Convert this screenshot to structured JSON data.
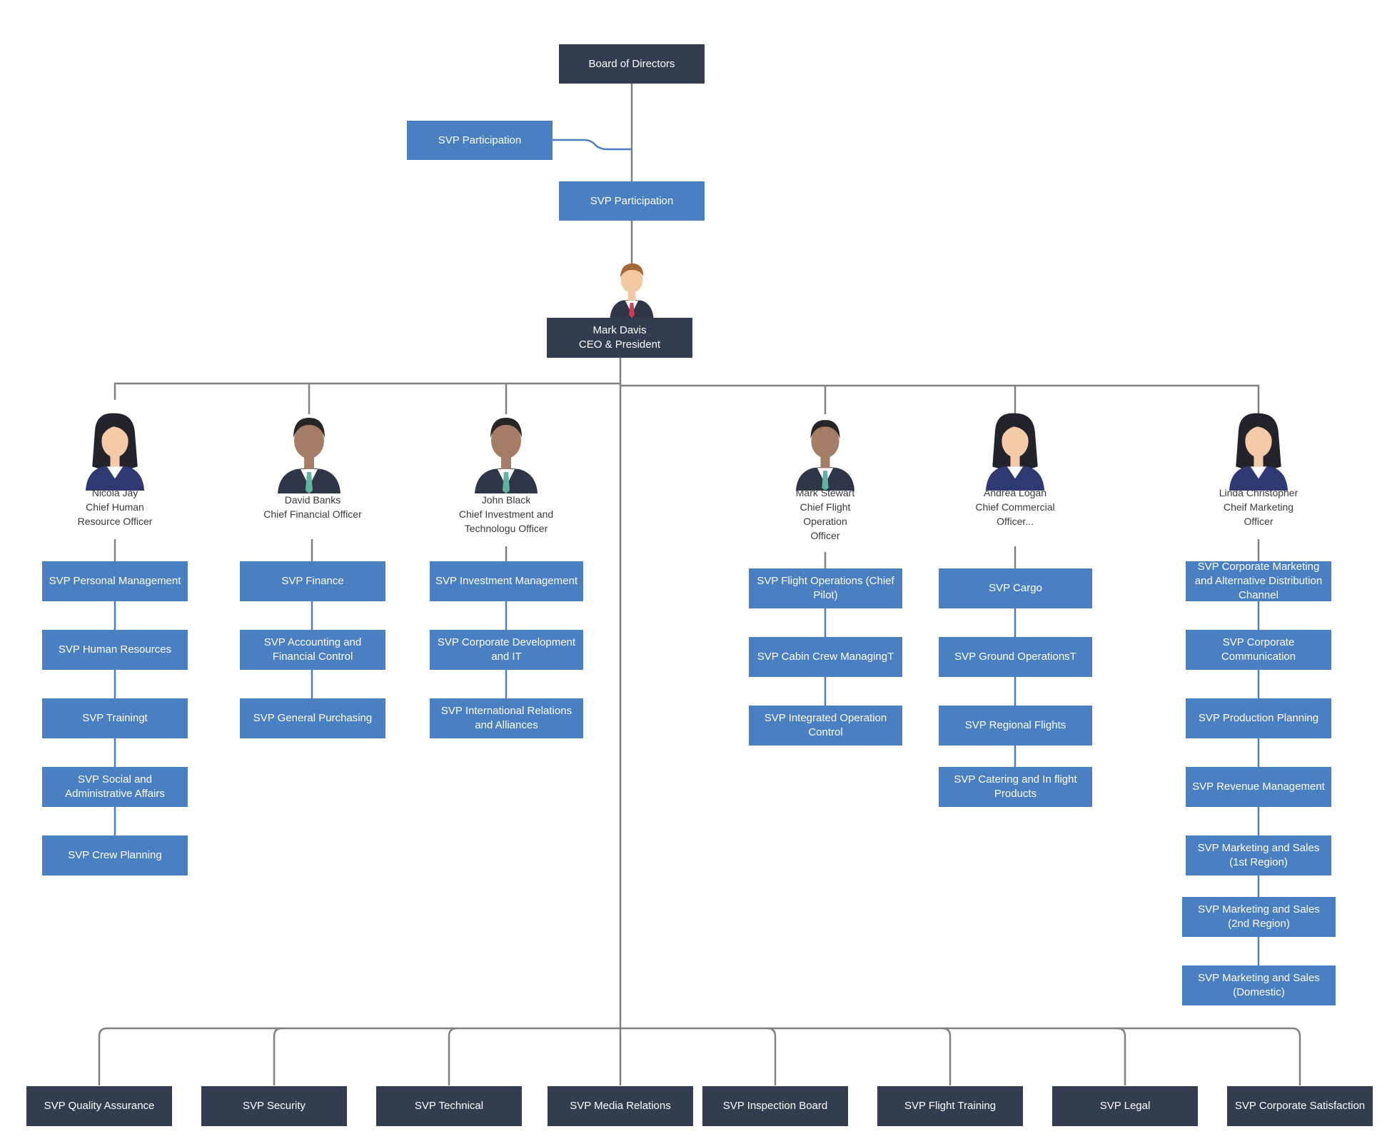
{
  "top": {
    "board": "Board of Directors",
    "side_participation": "SVP Participation",
    "participation": "SVP Participation",
    "ceo_name": "Mark Davis",
    "ceo_title": "CEO & President"
  },
  "executives": [
    {
      "name": "Nicola Jay",
      "title_lines": [
        "Chief Human",
        "Resource Officer"
      ],
      "gender": "female",
      "units": [
        "SVP Personal Management",
        "SVP Human Resources",
        "SVP Trainingt",
        "SVP Social and Administrative Affairs",
        "SVP Crew Planning"
      ]
    },
    {
      "name": "David Banks",
      "title_lines": [
        "Chief Financial Officer"
      ],
      "gender": "male-dark",
      "units": [
        "SVP Finance",
        "SVP Accounting and Financial Control",
        "SVP General Purchasing"
      ]
    },
    {
      "name": "John Black",
      "title_lines": [
        "Chief Investment and",
        "Technologu  Officer"
      ],
      "gender": "male-dark",
      "units": [
        "SVP Investment Management",
        "SVP Corporate Development and IT",
        "SVP International Relations and Alliances"
      ]
    },
    {
      "name": "Mark Stewart",
      "title_lines": [
        "Chief Flight",
        "Operation",
        "Officer"
      ],
      "gender": "male-dark",
      "units": [
        "SVP Flight Operations (Chief Pilot)",
        "SVP Cabin Crew ManagingT",
        "SVP Integrated Operation Control"
      ]
    },
    {
      "name": "Andrea Logan",
      "title_lines": [
        "Chief Commercial",
        "Officer..."
      ],
      "gender": "female",
      "units": [
        "SVP Cargo",
        "SVP Ground OperationsT",
        "SVP Regional Flights",
        "SVP Catering and In flight Products"
      ]
    },
    {
      "name": "Linda Christopher",
      "title_lines": [
        "Cheif Marketing",
        "Officer"
      ],
      "gender": "female",
      "units": [
        "SVP Corporate Marketing and Alternative Distribution Channel",
        "SVP Corporate Communication",
        "SVP Production Planning",
        "SVP Revenue Management",
        "SVP Marketing and Sales (1st Region)",
        "SVP Marketing and Sales (2nd Region)",
        "SVP Marketing and Sales (Domestic)"
      ]
    }
  ],
  "bottom_units": [
    "SVP Quality Assurance",
    "SVP Security",
    "SVP Technical",
    "SVP Media Relations",
    "SVP Inspection Board",
    "SVP Flight Training",
    "SVP Legal",
    "SVP Corporate Satisfaction"
  ],
  "colors": {
    "dark": "#333d50",
    "blue": "#4a7fc1",
    "line": "#808080",
    "blue_line": "#4a7fc1"
  }
}
